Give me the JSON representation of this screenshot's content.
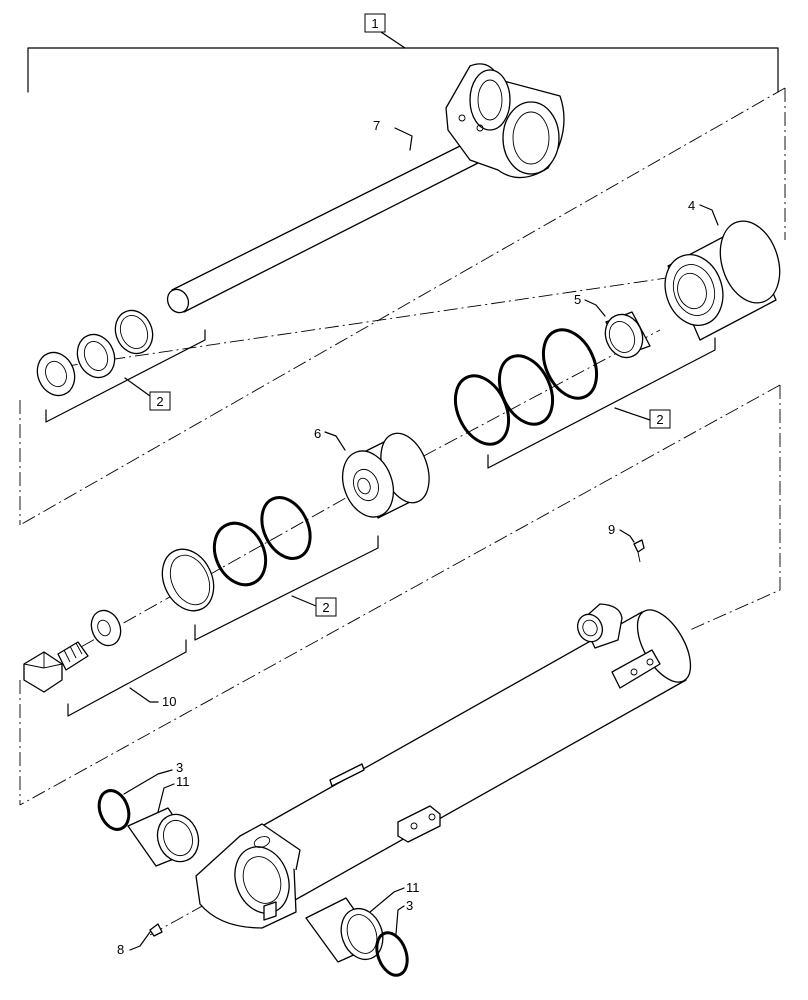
{
  "callouts": {
    "assembly": "1",
    "kit_upper": "2",
    "kit_right": "2",
    "kit_middle": "2",
    "gland": "4",
    "bushing_upper": "5",
    "piston": "6",
    "rod": "7",
    "grease_fitting_lower": "8",
    "grease_fitting_upper": "9",
    "bolt_set": "10",
    "snap_ring_left": "3",
    "snap_ring_right": "3",
    "bushing_left": "11",
    "bushing_right": "11"
  }
}
